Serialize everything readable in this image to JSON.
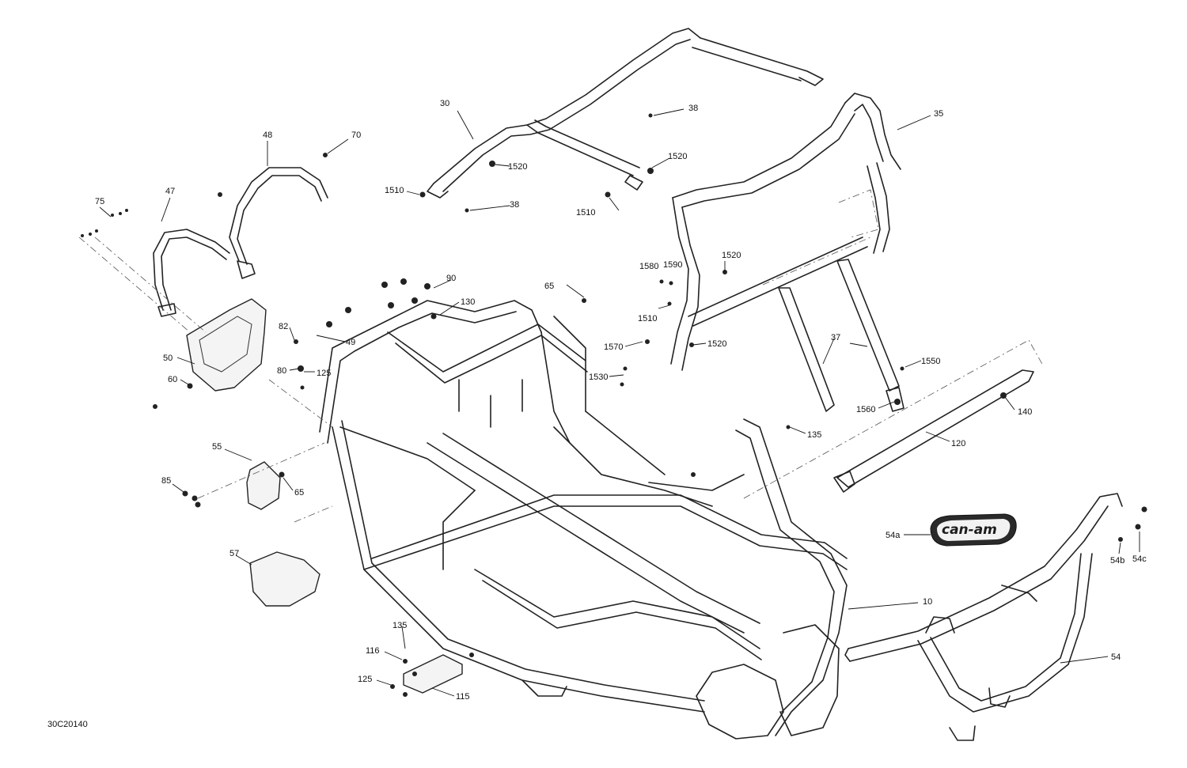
{
  "diagram": {
    "code": "30C20140",
    "brand_logo_text": "can-am",
    "callouts": [
      "30",
      "38",
      "35",
      "1520",
      "1510",
      "38",
      "1520",
      "1510",
      "48",
      "70",
      "47",
      "75",
      "1580",
      "1590",
      "1520",
      "90",
      "65",
      "130",
      "1510",
      "82",
      "49",
      "1570",
      "1520",
      "50",
      "80",
      "125",
      "1530",
      "1550",
      "37",
      "60",
      "1560",
      "140",
      "135",
      "120",
      "55",
      "85",
      "65",
      "54a",
      "54b",
      "54c",
      "57",
      "10",
      "135",
      "116",
      "54",
      "125",
      "115"
    ]
  }
}
